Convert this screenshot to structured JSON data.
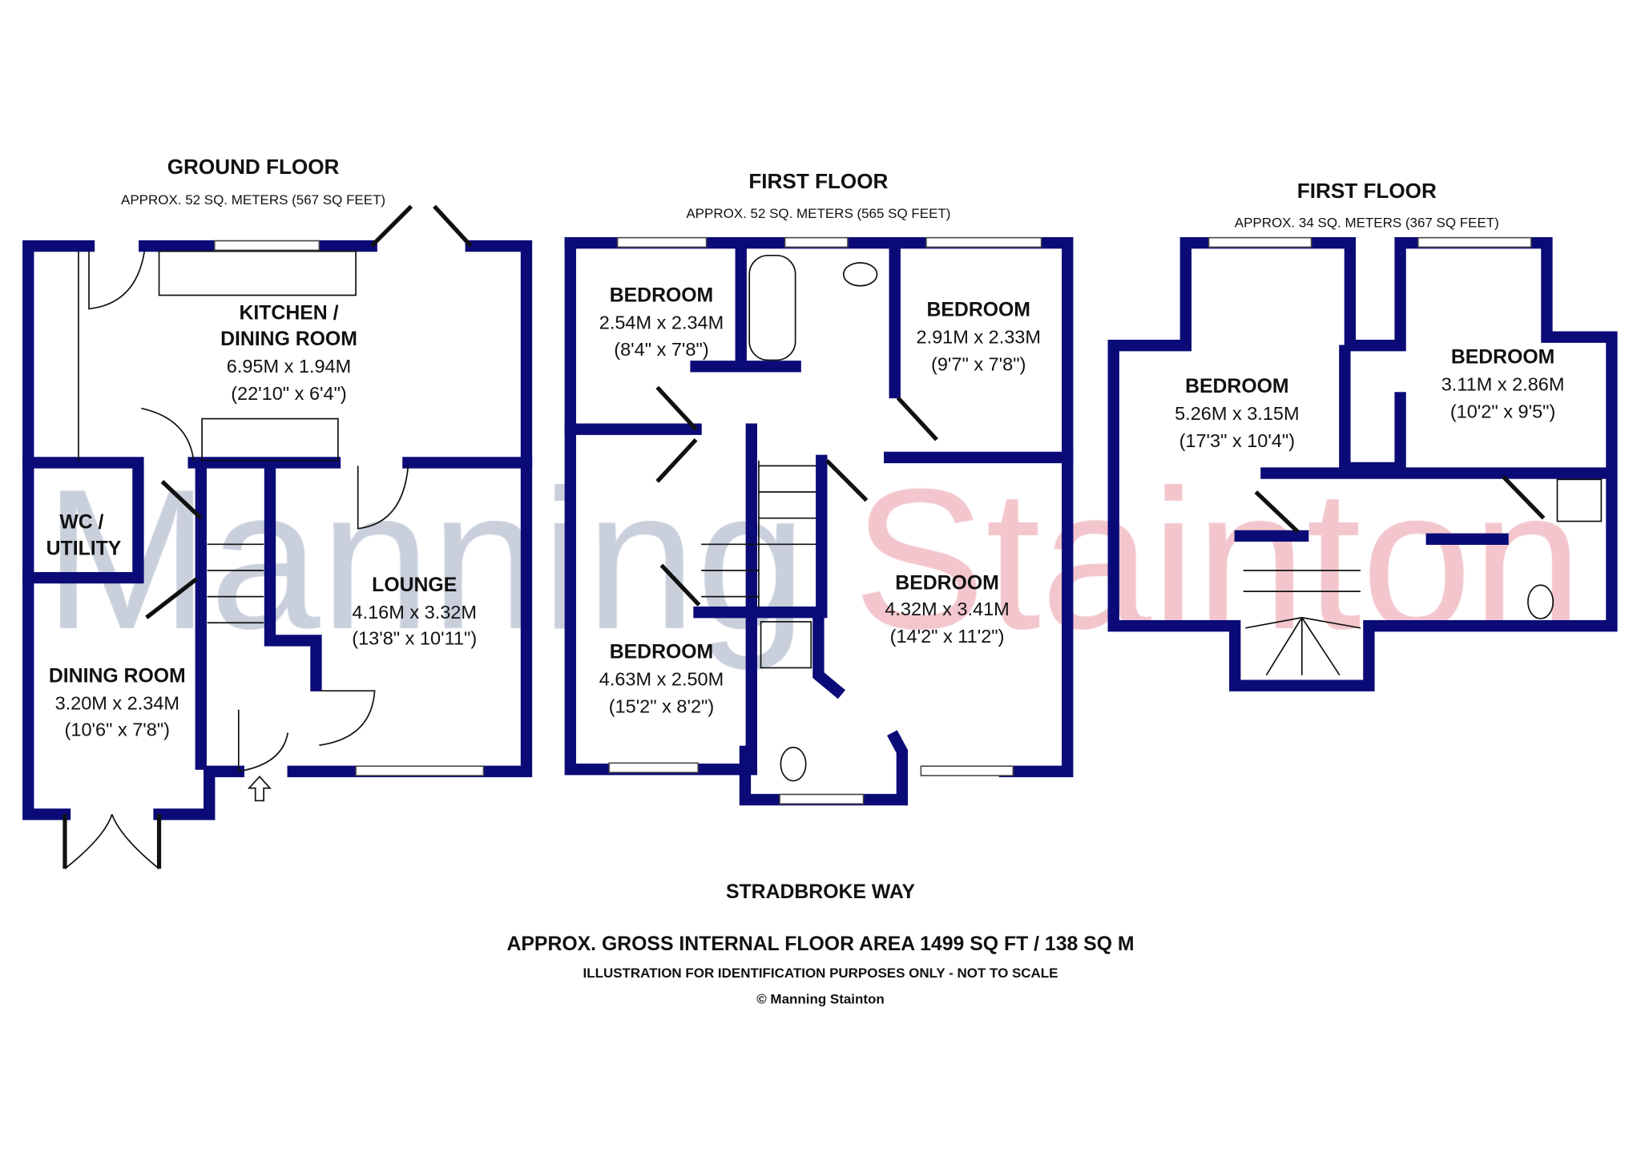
{
  "ground_floor": {
    "title": "GROUND FLOOR",
    "area": "APPROX. 52 SQ. METERS (567 SQ FEET)",
    "rooms": [
      {
        "name_lines": [
          "KITCHEN /",
          "DINING ROOM"
        ],
        "metric": "6.95M x 1.94M",
        "imperial": "(22'10\" x 6'4\")"
      },
      {
        "name_lines": [
          "WC /",
          "UTILITY"
        ]
      },
      {
        "name_lines": [
          "LOUNGE"
        ],
        "metric": "4.16M x 3.32M",
        "imperial": "(13'8\" x 10'11\")"
      },
      {
        "name_lines": [
          "DINING ROOM"
        ],
        "metric": "3.20M x 2.34M",
        "imperial": "(10'6\" x 7'8\")"
      }
    ]
  },
  "first_floor": {
    "title": "FIRST FLOOR",
    "area": "APPROX. 52 SQ. METERS (565 SQ FEET)",
    "rooms": [
      {
        "name": "BEDROOM",
        "metric": "2.54M x 2.34M",
        "imperial": "(8'4\" x 7'8\")"
      },
      {
        "name": "BEDROOM",
        "metric": "2.91M x 2.33M",
        "imperial": "(9'7\" x 7'8\")"
      },
      {
        "name": "BEDROOM",
        "metric": "4.32M x 3.41M",
        "imperial": "(14'2\" x 11'2\")"
      },
      {
        "name": "BEDROOM",
        "metric": "4.63M x 2.50M",
        "imperial": "(15'2\" x 8'2\")"
      }
    ]
  },
  "second_floor": {
    "title": "FIRST FLOOR",
    "area": "APPROX. 34 SQ. METERS (367 SQ FEET)",
    "rooms": [
      {
        "name": "BEDROOM",
        "metric": "5.26M x 3.15M",
        "imperial": "(17'3\" x 10'4\")"
      },
      {
        "name": "BEDROOM",
        "metric": "3.11M x 2.86M",
        "imperial": "(10'2\" x 9'5\")"
      }
    ]
  },
  "footer": {
    "street": "STRADBROKE WAY",
    "gross_area": "APPROX. GROSS INTERNAL FLOOR AREA 1499 SQ FT / 138 SQ M",
    "disclaimer": "ILLUSTRATION FOR IDENTIFICATION PURPOSES ONLY - NOT TO SCALE",
    "copyright": "© Manning Stainton"
  },
  "watermark": {
    "word1": "Manning",
    "word2": "Stainton",
    "color1": "#c9d0dc",
    "color2": "#f3c6cd"
  },
  "colors": {
    "wall": "#0b0b78"
  }
}
